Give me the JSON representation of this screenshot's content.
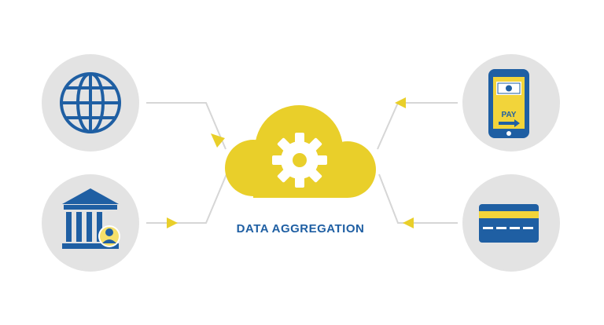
{
  "diagram": {
    "center_label": "DATA AGGREGATION",
    "center_node": {
      "icon": "cloud-gear-icon"
    },
    "sources": [
      {
        "id": "web",
        "icon": "globe-icon",
        "side": "left"
      },
      {
        "id": "bank",
        "icon": "bank-icon",
        "side": "left"
      },
      {
        "id": "mobile-pay",
        "icon": "mobile-pay-icon",
        "side": "right",
        "label": "PAY"
      },
      {
        "id": "card",
        "icon": "credit-card-icon",
        "side": "right"
      }
    ]
  },
  "colors": {
    "accent_yellow": "#e9cf2a",
    "icon_blue": "#1f5fa3",
    "circle_grey": "#e3e3e3",
    "line_grey": "#d6d6d6"
  }
}
